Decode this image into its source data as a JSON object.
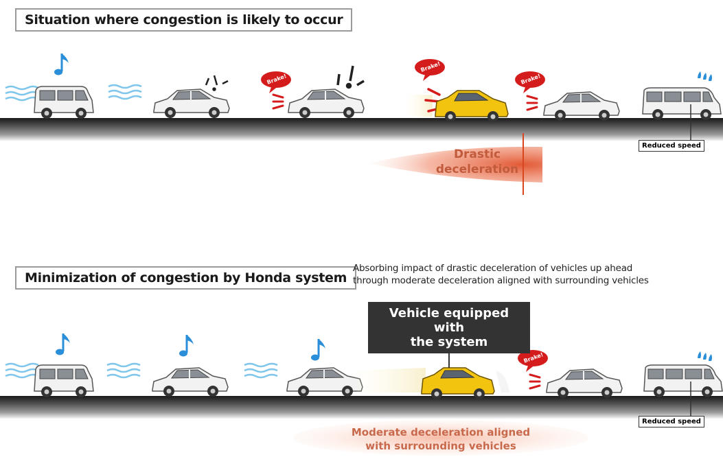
{
  "top_panel": {
    "title": "Situation where congestion is likely to occur",
    "deceleration_label_line1": "Drastic",
    "deceleration_label_line2": "deceleration",
    "reduced_speed": "Reduced speed",
    "brake_word": "Brake!"
  },
  "bottom_panel": {
    "title": "Minimization of congestion by Honda system",
    "subtitle_line1": "Absorbing impact of drastic deceleration of vehicles up ahead",
    "subtitle_line2": "through moderate deceleration aligned with surrounding vehicles",
    "callout_line1": "Vehicle  equipped with",
    "callout_line2": "the system",
    "deceleration_label_line1": "Moderate deceleration aligned",
    "deceleration_label_line2": "with surrounding vehicles",
    "reduced_speed": "Reduced speed",
    "brake_word": "Brake!"
  },
  "colors": {
    "road": "#2a2a2a",
    "car_body": "#f2f2f2",
    "highlight_car": "#f2c40f",
    "brake_red": "#d41c1c",
    "music_note": "#2a8fd8",
    "wind": "#7fc6ea",
    "decel_text": "#d2694a"
  },
  "icons": [
    "music-note-icon",
    "wind-lines-icon",
    "exclamation-icon",
    "brake-bubble-icon",
    "sweat-drops-icon"
  ]
}
